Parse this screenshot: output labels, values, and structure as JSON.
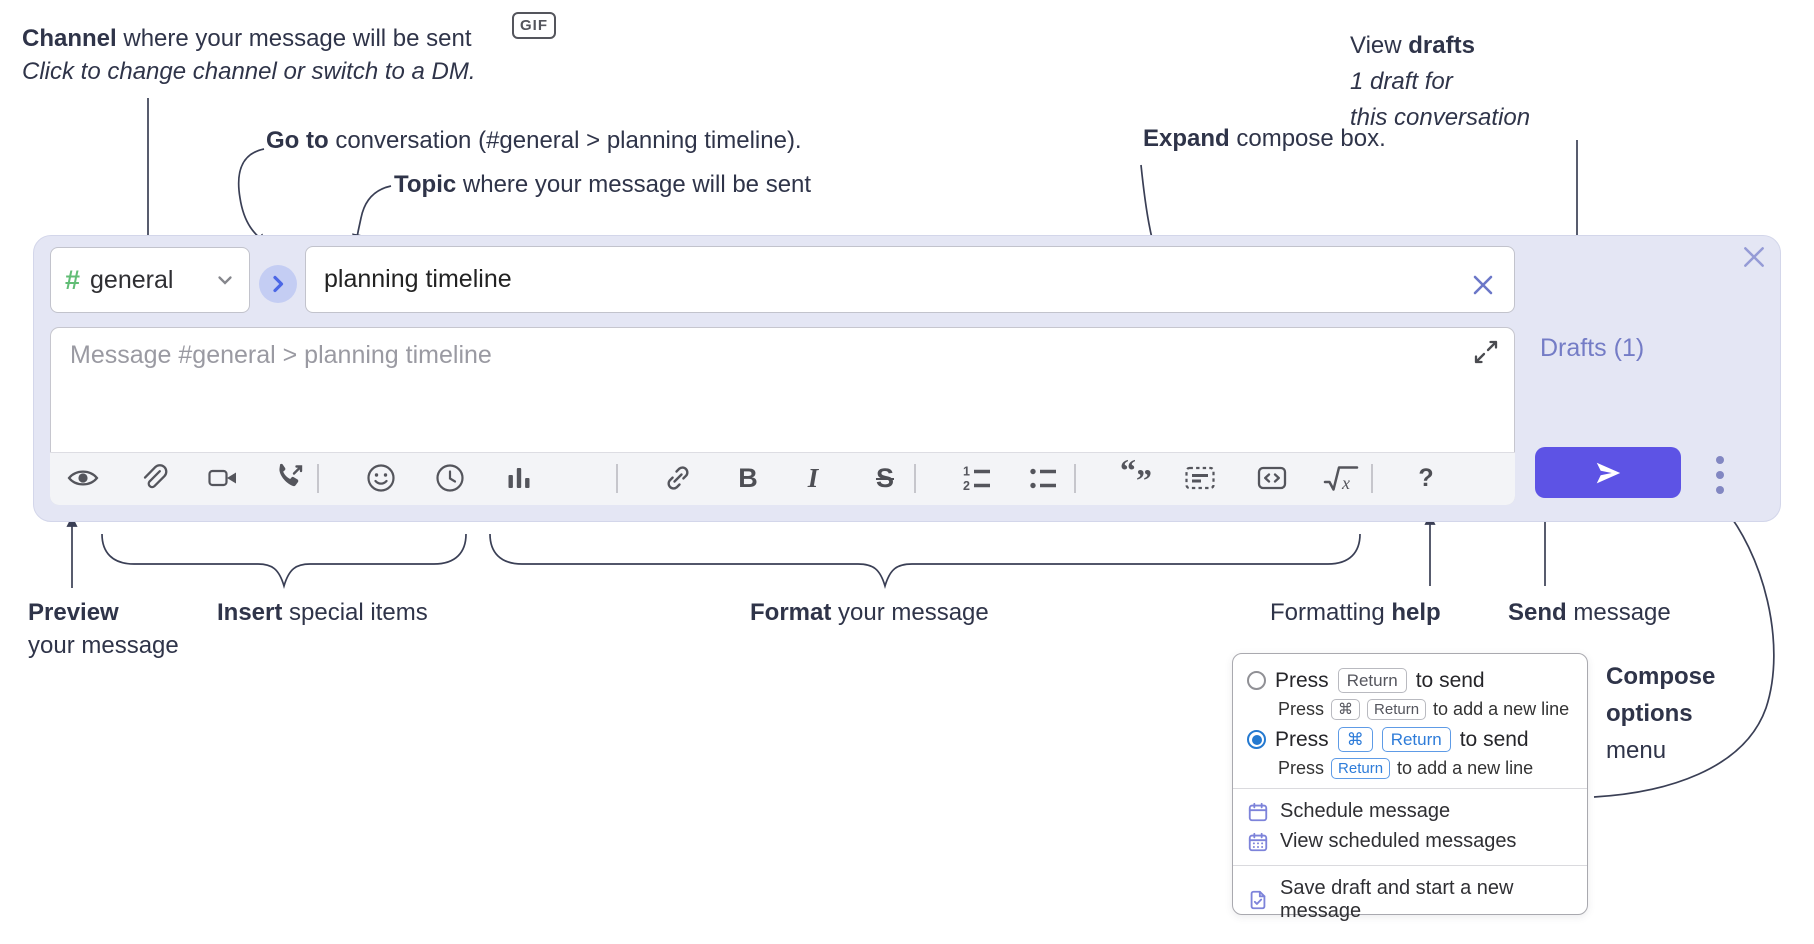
{
  "annotations": {
    "channel_line1_bold": "Channel",
    "channel_line1_rest": " where your message will be sent",
    "channel_line2": "Click to change channel or switch to a DM.",
    "goto_bold": "Go to",
    "goto_rest": " conversation (#general > planning timeline).",
    "topic_bold": "Topic",
    "topic_rest": " where your message will be sent",
    "expand_bold": "Expand",
    "expand_rest": " compose box.",
    "drafts_pre": "View ",
    "drafts_bold": "drafts",
    "drafts_line2": "1 draft for",
    "drafts_line3": "this conversation",
    "preview_bold": "Preview",
    "preview_line2": "your message",
    "insert_bold": "Insert",
    "insert_rest": " special items",
    "format_bold": "Format",
    "format_rest": " your message",
    "help_pre": "Formatting ",
    "help_bold": "help",
    "send_bold": "Send",
    "send_rest": " message",
    "options_line1": "Compose",
    "options_line2": "options",
    "options_line3": "menu"
  },
  "compose": {
    "channel_hash": "#",
    "channel_name": "general",
    "topic_value": "planning timeline",
    "message_placeholder": "Message #general > planning timeline",
    "drafts_link": "Drafts (1)",
    "gif_label": "GIF",
    "bold_label": "B",
    "italic_label": "I",
    "strike_label": "S",
    "math_x_label": "x",
    "help_label": "?",
    "toolbar_icons": [
      "preview",
      "attach-file",
      "video-call",
      "audio-call",
      "emoji",
      "time",
      "poll",
      "gif",
      "link",
      "bold",
      "italic",
      "strikethrough",
      "numbered-list",
      "bulleted-list",
      "quote",
      "spoiler",
      "code",
      "math",
      "help"
    ]
  },
  "menu": {
    "opt1_pre": "Press",
    "opt1_key1": "Return",
    "opt1_post": "to send",
    "opt1_sub_pre": "Press",
    "opt1_sub_key1": "⌘",
    "opt1_sub_key2": "Return",
    "opt1_sub_post": "to add a new line",
    "opt2_pre": "Press",
    "opt2_key1": "⌘",
    "opt2_key2": "Return",
    "opt2_post": "to send",
    "opt2_sub_pre": "Press",
    "opt2_sub_key1": "Return",
    "opt2_sub_post": "to add a new line",
    "item_schedule": "Schedule message",
    "item_view_scheduled": "View scheduled messages",
    "item_save_draft": "Save draft and start a new message"
  },
  "colors": {
    "compose_bg": "#e4e6f4",
    "send_accent": "#5d53e5",
    "drafts_purple": "#747cc6",
    "channel_green": "#61bd75",
    "goto_blue": "#4c67e6",
    "kbd_blue": "#2e7cd9",
    "radio_blue": "#2479d0",
    "annotation_ink": "#2f3449"
  }
}
